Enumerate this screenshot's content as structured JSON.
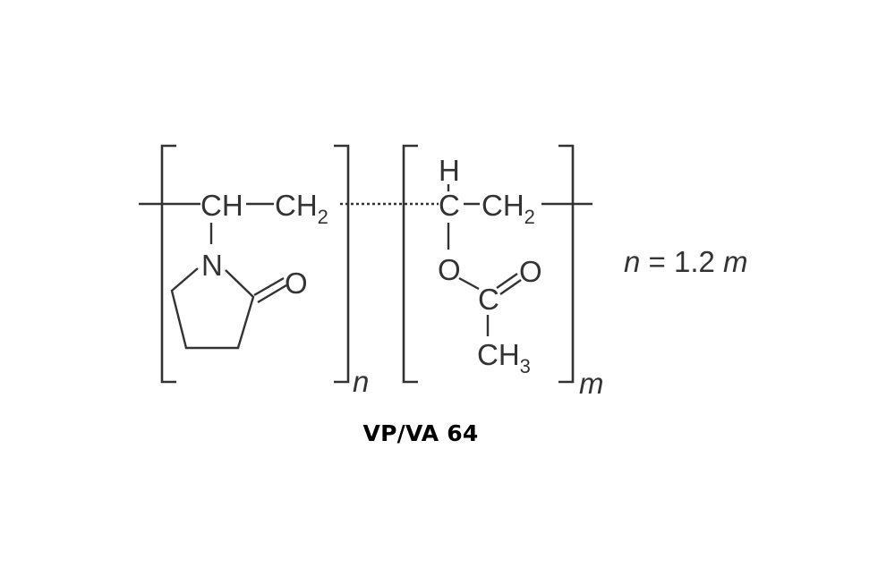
{
  "diagram": {
    "vp_unit": {
      "ch": "CH",
      "ch2_main": "CH",
      "ch2_sub": "2",
      "nitrogen": "N",
      "carbonyl_o": "O",
      "repeat_index": "n"
    },
    "va_unit": {
      "h": "H",
      "c_main": "C",
      "ch2_main": "CH",
      "ch2_sub": "2",
      "ester_o": "O",
      "acyl_c": "C",
      "acyl_o": "O",
      "ch3_main": "CH",
      "ch3_sub": "3",
      "repeat_index": "m"
    },
    "ratio": {
      "n": "n",
      "equals": " = 1.2 ",
      "m": "m"
    }
  },
  "caption": "VP/VA 64"
}
